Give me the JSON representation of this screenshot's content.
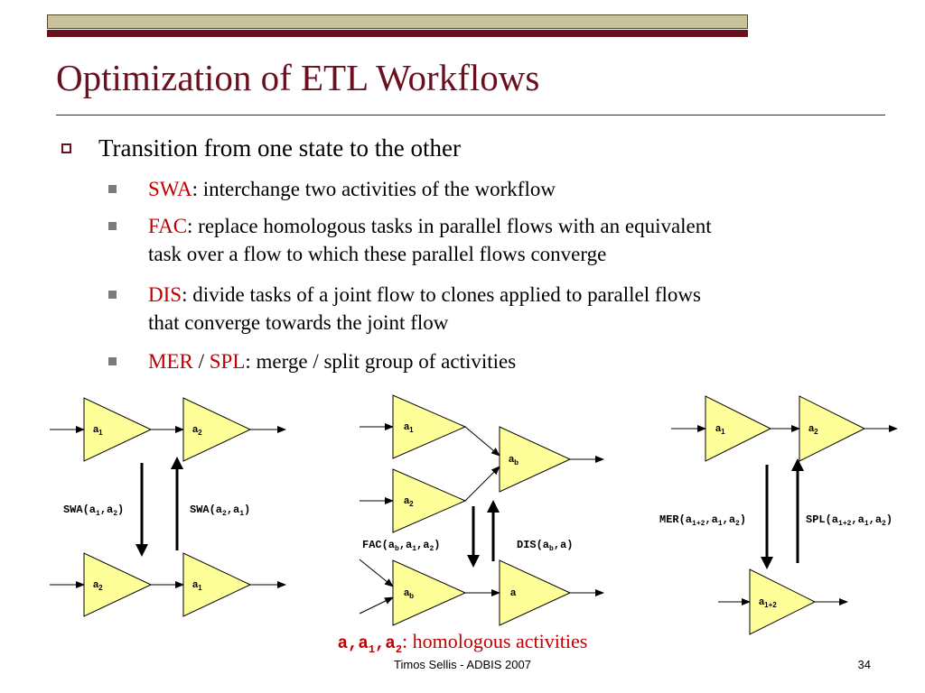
{
  "slide": {
    "title": "Optimization of ETL Workflows",
    "bullet": "Transition from one state to the other",
    "subs": [
      {
        "term": "SWA",
        "sep": "",
        "term2": "",
        "rest": ": interchange two activities of the workflow",
        "rest2": ""
      },
      {
        "term": "FAC",
        "sep": "",
        "term2": "",
        "rest": ": replace homologous tasks in parallel flows with an equivalent",
        "rest2": "task over a flow to which these parallel flows converge"
      },
      {
        "term": "DIS",
        "sep": "",
        "term2": "",
        "rest": ": divide tasks of a joint flow to clones applied to parallel flows",
        "rest2": "that converge towards the joint flow"
      },
      {
        "term": "MER",
        "sep": " / ",
        "term2": "SPL",
        "rest": ": merge / split group of activities",
        "rest2": ""
      }
    ],
    "caption_code": "a,a",
    "caption_sub1": "1",
    "caption_comma": ",a",
    "caption_sub2": "2",
    "caption_rest": ": homologous activities",
    "footer": "Timos Sellis - ADBIS 2007",
    "page": "34"
  },
  "diagram": {
    "swa": {
      "top_left": {
        "base": "a",
        "sub": "1"
      },
      "top_right": {
        "base": "a",
        "sub": "2"
      },
      "bot_left": {
        "base": "a",
        "sub": "2"
      },
      "bot_right": {
        "base": "a",
        "sub": "1"
      },
      "label_left": {
        "p1": "SWA(a",
        "s1": "1",
        "p2": ",a",
        "s2": "2",
        "p3": ")"
      },
      "label_right": {
        "p1": "SWA(a",
        "s1": "2",
        "p2": ",a",
        "s2": "1",
        "p3": ")"
      }
    },
    "fac": {
      "in1": {
        "base": "a",
        "sub": "1"
      },
      "in2": {
        "base": "a",
        "sub": "2"
      },
      "merged": {
        "base": "a",
        "sub": "b"
      },
      "bot_first": {
        "base": "a",
        "sub": "b"
      },
      "bot_second": {
        "base": "a",
        "sub": ""
      },
      "label_left": {
        "p1": "FAC(a",
        "s1": "b",
        "p2": ",a",
        "s2": "1",
        "p3": ",a",
        "s3": "2",
        "p4": ")"
      },
      "label_right": {
        "p1": "DIS(a",
        "s1": "b",
        "p2": ",a)"
      }
    },
    "mer": {
      "top_left": {
        "base": "a",
        "sub": "1"
      },
      "top_right": {
        "base": "a",
        "sub": "2"
      },
      "merged": {
        "base": "a",
        "sub": "1+2"
      },
      "label_left": {
        "p1": "MER(a",
        "s1": "1+2",
        "p2": ",a",
        "s2": "1",
        "p3": ",a",
        "s3": "2",
        "p4": ")"
      },
      "label_right": {
        "p1": "SPL(a",
        "s1": "1+2",
        "p2": ",a",
        "s2": "1",
        "p3": ",a",
        "s3": "2",
        "p4": ")"
      }
    }
  },
  "colors": {
    "title": "#6b0f1e",
    "accent_red": "#c00000",
    "node_fill": "#ffff99"
  }
}
